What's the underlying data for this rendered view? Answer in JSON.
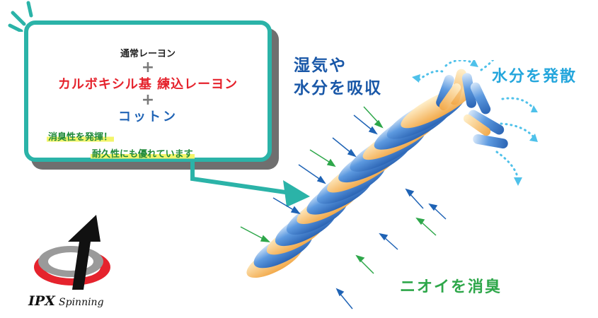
{
  "callout": {
    "line1": "通常レーヨン",
    "plus1": "+",
    "line2": "カルボキシル基 練込レーヨン",
    "plus2": "+",
    "line3": "コットン",
    "line4": "消臭性を発揮！",
    "line5": "耐久性にも優れています"
  },
  "labels": {
    "absorb_line1": "湿気や",
    "absorb_line2": "水分を吸収",
    "disperse": "水分を発散",
    "deodorize": "ニオイを消臭"
  },
  "logo": {
    "main": "IPX",
    "sub": "Spinning"
  },
  "colors": {
    "teal_border": "#2bb3a8",
    "red_text": "#e5232d",
    "blue_text": "#1f63b5",
    "green_text": "#2ea74a",
    "sky_blue": "#24a6dc",
    "rope_blue": "#3f80cc",
    "rope_orange": "#f6b85a"
  },
  "icons": {
    "decoration": "burst-lines-icon",
    "arrow": "pointer-arrow-icon",
    "logo": "ipx-spinning-logo-icon"
  }
}
